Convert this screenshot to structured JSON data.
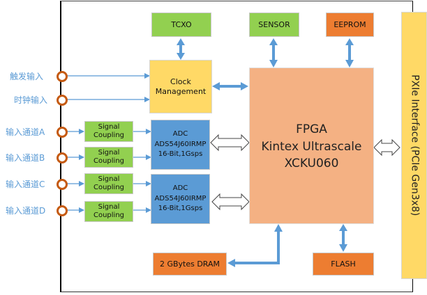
{
  "inputs": [
    {
      "label": "触发输入"
    },
    {
      "label": "时钟输入"
    },
    {
      "label": "输入通道A"
    },
    {
      "label": "输入通道B"
    },
    {
      "label": "输入通道C"
    },
    {
      "label": "输入通道D"
    }
  ],
  "blocks": {
    "tcxo": "TCXO",
    "sensor": "SENSOR",
    "eeprom": "EEPROM",
    "clock": {
      "line1": "Clock",
      "line2": "Management"
    },
    "signal_coupling": [
      {
        "line1": "Signal",
        "line2": "Coupling"
      },
      {
        "line1": "Signal",
        "line2": "Coupling"
      },
      {
        "line1": "Signal",
        "line2": "Coupling"
      },
      {
        "line1": "Signal",
        "line2": "Coupling"
      }
    ],
    "adc": [
      {
        "line1": "ADC",
        "line2": "ADS54J60IRMP",
        "line3": "16-Bit,1Gsps"
      },
      {
        "line1": "ADC",
        "line2": "ADS54J60IRMP",
        "line3": "16-Bit,1Gsps"
      }
    ],
    "fpga": {
      "line1": "FPGA",
      "line2": "Kintex Ultrascale",
      "line3": "XCKU060"
    },
    "dram": "2 GBytes DRAM",
    "flash": "FLASH",
    "pxie": "PXIe Interface (PCIe Gen3x8)"
  },
  "colors": {
    "green": "#92d050",
    "orange": "#ed7d31",
    "yellow": "#ffd966",
    "blue": "#5b9bd5",
    "fpga": "#f4b183",
    "port": "#c55a11",
    "arrow": "#5b9bd5"
  }
}
